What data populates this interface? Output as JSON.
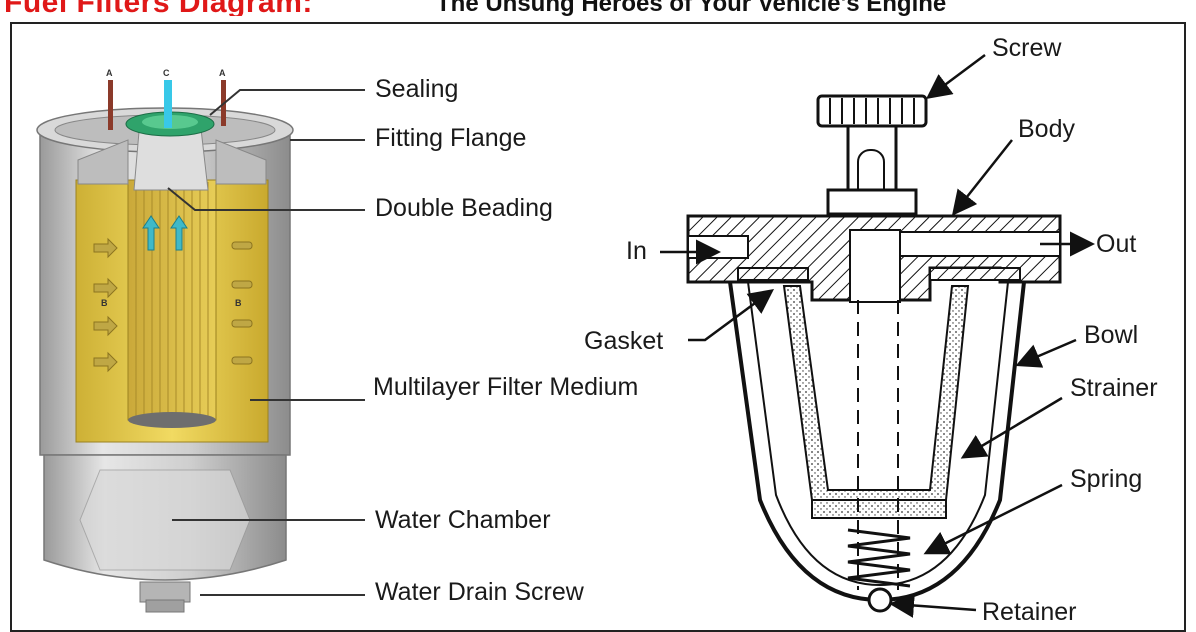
{
  "title": {
    "main": "Fuel Filters Diagram:",
    "subtitle": "The Unsung Heroes of Your Vehicle's Engine"
  },
  "left_diagram": {
    "port_markers": [
      "A",
      "C",
      "A"
    ],
    "inner_markers": [
      "B",
      "B"
    ],
    "labels": {
      "sealing": "Sealing",
      "fitting_flange": "Fitting Flange",
      "double_beading": "Double Beading",
      "filter_medium": "Multilayer Filter Medium",
      "water_chamber": "Water Chamber",
      "drain_screw": "Water Drain Screw"
    }
  },
  "right_diagram": {
    "labels": {
      "screw": "Screw",
      "body": "Body",
      "in": "In",
      "out": "Out",
      "gasket": "Gasket",
      "bowl": "Bowl",
      "strainer": "Strainer",
      "spring": "Spring",
      "retainer": "Retainer"
    }
  },
  "colors": {
    "title_red": "#e01818",
    "filter_yellow": "#e8cf4a",
    "metal_gray": "#c9c9c9",
    "seal_green": "#2fa36b",
    "port_cyan": "#38c8e8",
    "port_brown": "#8b3a2a"
  }
}
